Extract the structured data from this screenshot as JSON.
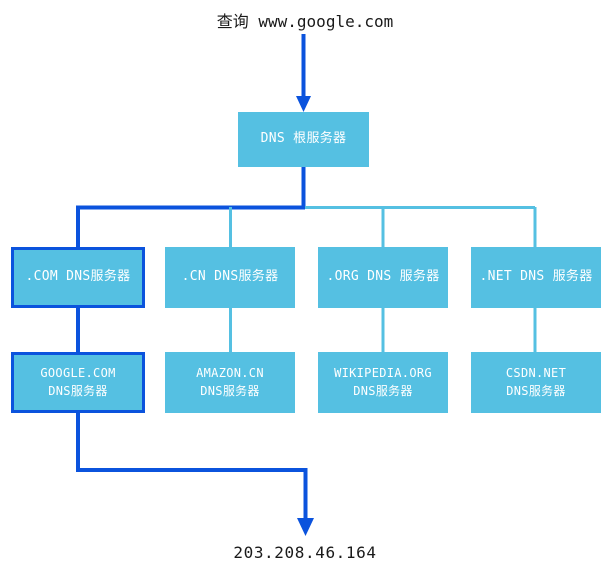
{
  "diagram": {
    "query_label": "查询 www.google.com",
    "result_label": "203.208.46.164",
    "colors": {
      "node_fill": "#55c0e2",
      "highlight": "#0b53dd",
      "wire_light": "#55c0e2",
      "text_on_node": "#ffffff",
      "caption_text": "#1a1a1a",
      "background": "#ffffff"
    },
    "nodes": {
      "root": {
        "line1": "DNS 根服务器",
        "line2": ""
      },
      "com": {
        "line1": ".COM DNS服务器",
        "line2": ""
      },
      "cn": {
        "line1": ".CN DNS服务器",
        "line2": ""
      },
      "org": {
        "line1": ".ORG DNS 服务器",
        "line2": ""
      },
      "net": {
        "line1": ".NET DNS 服务器",
        "line2": ""
      },
      "google": {
        "line1": "GOOGLE.COM",
        "line2": "DNS服务器"
      },
      "amazon": {
        "line1": "AMAZON.CN",
        "line2": "DNS服务器"
      },
      "wikipedia": {
        "line1": "WIKIPEDIA.ORG",
        "line2": "DNS服务器"
      },
      "csdn": {
        "line1": "CSDN.NET",
        "line2": "DNS服务器"
      }
    }
  }
}
